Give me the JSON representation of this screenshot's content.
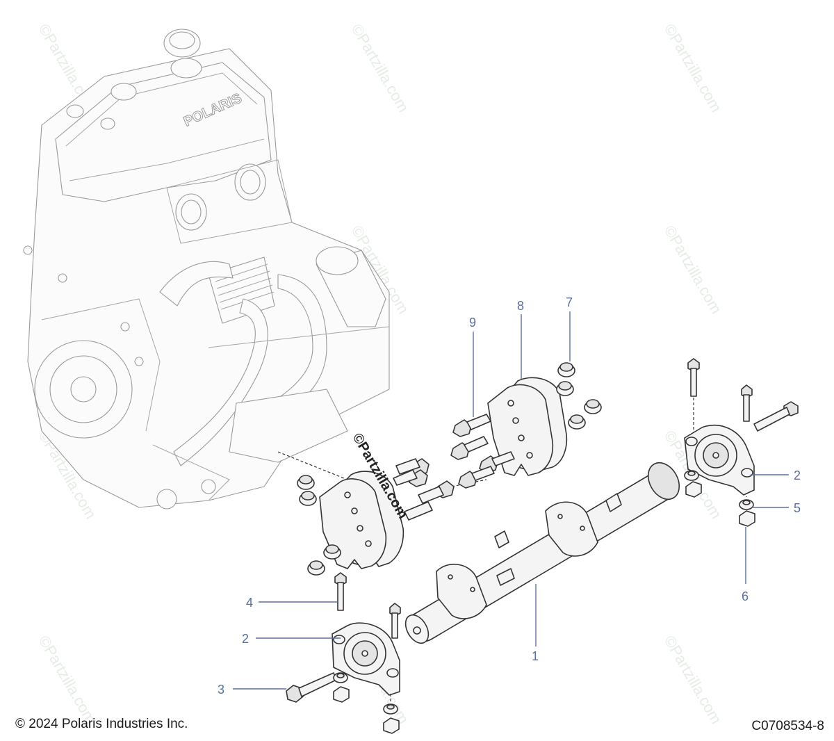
{
  "diagram": {
    "copyright": "© 2024 Polaris Industries Inc.",
    "figure_id": "C0708534-8",
    "watermark": "©Partzilla.com",
    "engine_label": "POLARIS",
    "callouts": {
      "c1": "1",
      "c2a": "2",
      "c2b": "2",
      "c3": "3",
      "c4": "4",
      "c5": "5",
      "c6": "6",
      "c7": "7",
      "c8": "8",
      "c9": "9"
    }
  },
  "colors": {
    "callout": "#5a6f9e",
    "line": "#333333",
    "part_fill": "#f4f4f4",
    "engine_outline": "#9a9a9a",
    "watermark": "#e6ece6"
  }
}
